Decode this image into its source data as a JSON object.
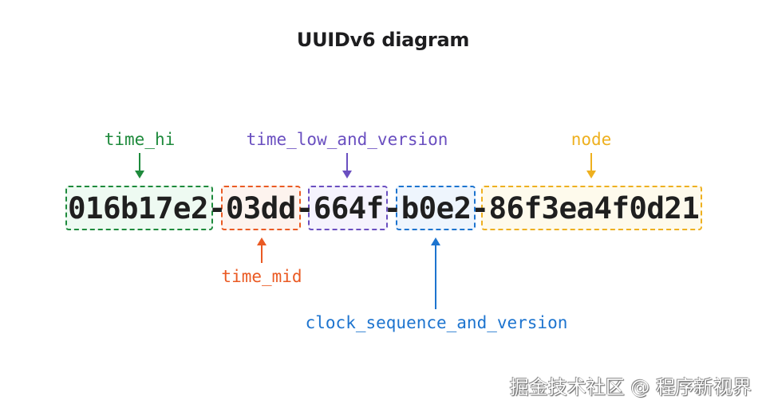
{
  "title": "UUIDv6 diagram",
  "uuid": {
    "full": "016b17e2-03dd-664f-b0e2-86f3ea4f0d21",
    "separator": "-"
  },
  "segments": [
    {
      "id": "time-hi",
      "value": "016b17e2",
      "label": "time_hi",
      "color": "#1e8a3c",
      "fill": "#eefaf2",
      "label_position": "above"
    },
    {
      "id": "time-mid",
      "value": "03dd",
      "label": "time_mid",
      "color": "#ea5a23",
      "fill": "#fdf3ee",
      "label_position": "below"
    },
    {
      "id": "time-low-and-version",
      "value": "664f",
      "label": "time_low_and_version",
      "color": "#6a4fc0",
      "fill": "#f5f3fd",
      "label_position": "above"
    },
    {
      "id": "clock-sequence-and-version",
      "value": "b0e2",
      "label": "clock_sequence_and_version",
      "color": "#1d74cf",
      "fill": "#eef5fd",
      "label_position": "below"
    },
    {
      "id": "node",
      "value": "86f3ea4f0d21",
      "label": "node",
      "color": "#eeb01f",
      "fill": "#fefaec",
      "label_position": "above"
    }
  ],
  "watermark": "掘金技术社区 @ 程序新视界"
}
